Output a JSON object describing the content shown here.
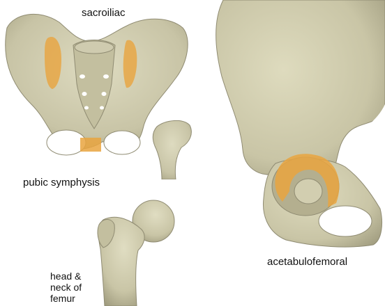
{
  "labels": {
    "sacroiliac": "sacroiliac",
    "pubic_symphysis": "pubic symphysis",
    "acetabulofemoral": "acetabulofemoral",
    "femur_line1": "head &",
    "femur_line2": "neck of",
    "femur_line3": "femur"
  },
  "colors": {
    "bone": "#cfccae",
    "bone_shadow": "#a8a487",
    "bone_dark": "#7f7b63",
    "joint_highlight": "#e9a43f",
    "background": "#ffffff"
  }
}
